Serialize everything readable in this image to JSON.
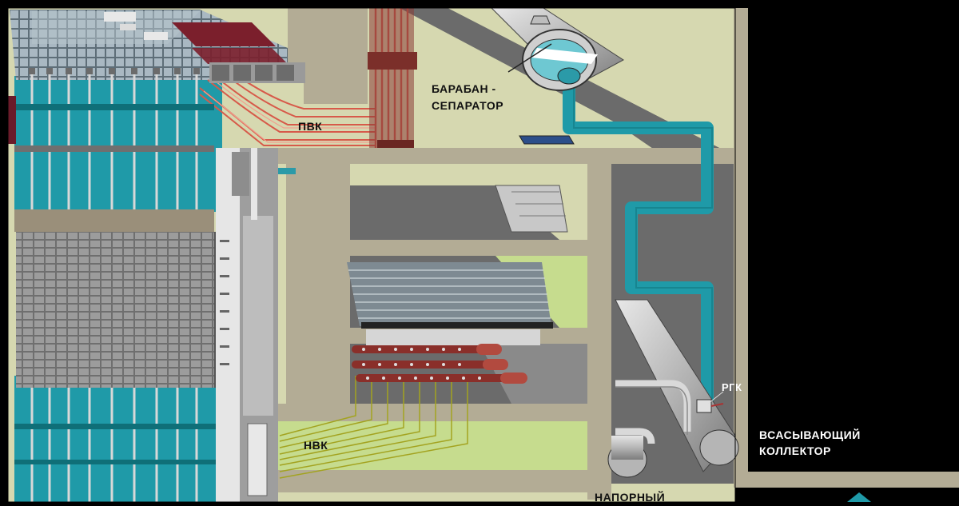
{
  "labels": {
    "pvk": "ПВК",
    "drum_line1": "БАРАБАН -",
    "drum_line2": "СЕПАРАТОР",
    "nvk": "НВК",
    "rgk": "РГК",
    "suction_line1": "ВСАСЫВАЮЩИЙ",
    "suction_line2": "КОЛЛЕКТОР",
    "pressure_partial": "НАПОРНЫЙ"
  },
  "colors": {
    "background": "#000000",
    "concrete": "#b3ac95",
    "concrete_dark": "#8f8a76",
    "light_fill": "#d6d8b0",
    "green_fill": "#c6dc8e",
    "gray_room": "#6b6b6b",
    "teal_water": "#1f9aa8",
    "dark_teal": "#0f6f78",
    "pipe_red": "#b23a3a",
    "pipe_brown": "#7a2a2a",
    "block_gray": "#9a9a9a",
    "text_dark": "#111111",
    "text_light": "#ffffff"
  }
}
